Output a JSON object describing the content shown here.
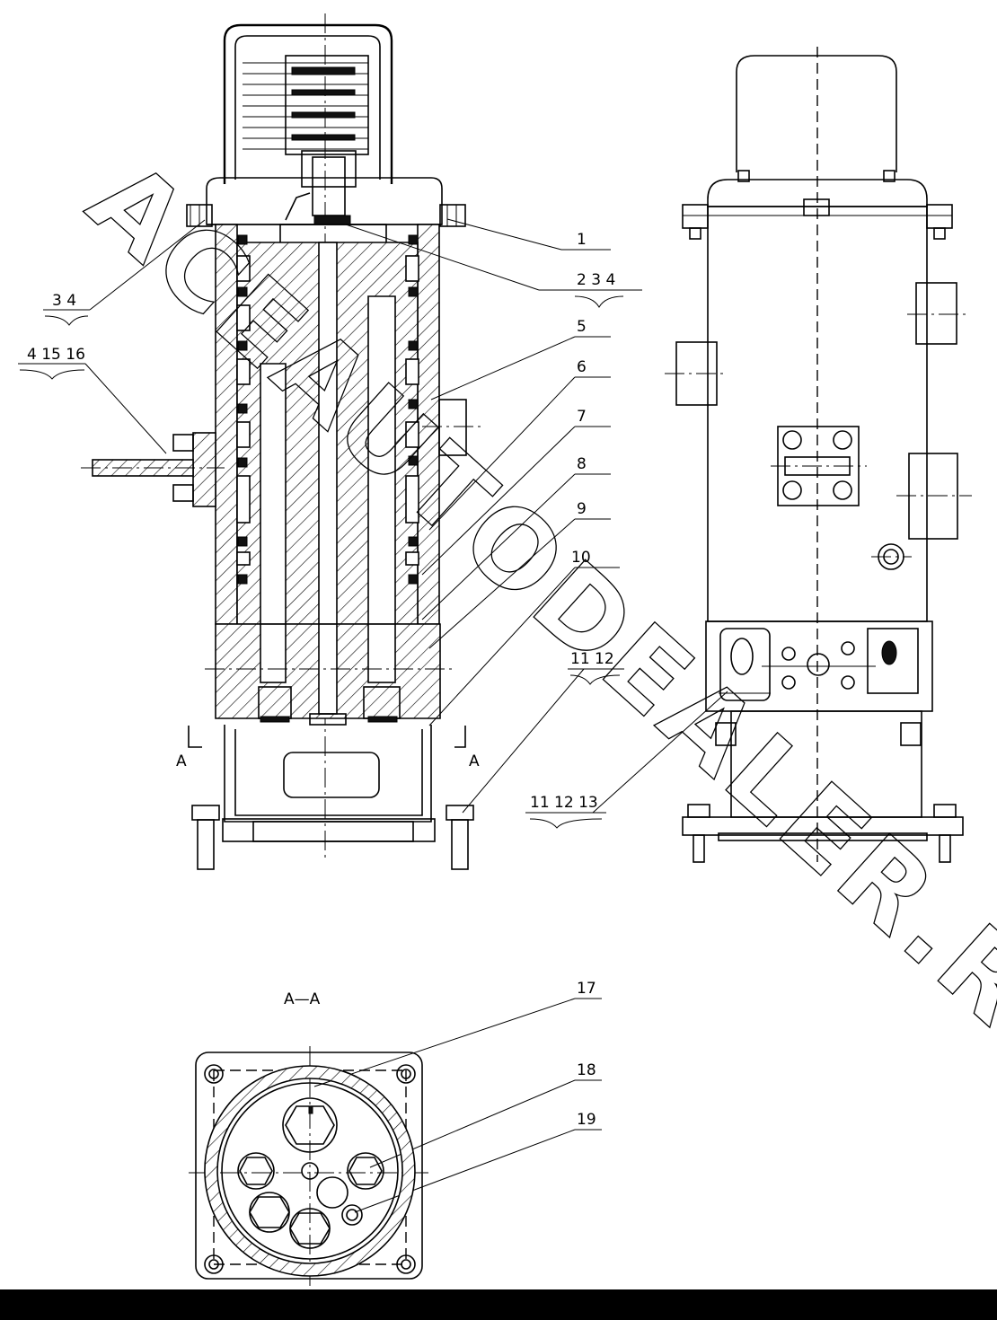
{
  "section_title": "A—A",
  "section_marker": "A",
  "watermark": "ACEAUTODEALER.RU",
  "callouts": {
    "c1": "1",
    "c2": "2 3 4",
    "c34": "3 4",
    "c41516": "4 15 16",
    "c5": "5",
    "c6": "6",
    "c7": "7",
    "c8": "8",
    "c9": "9",
    "c10": "10",
    "c1112": "11 12",
    "c111213": "11 12 13",
    "c17": "17",
    "c18": "18",
    "c19": "19"
  }
}
